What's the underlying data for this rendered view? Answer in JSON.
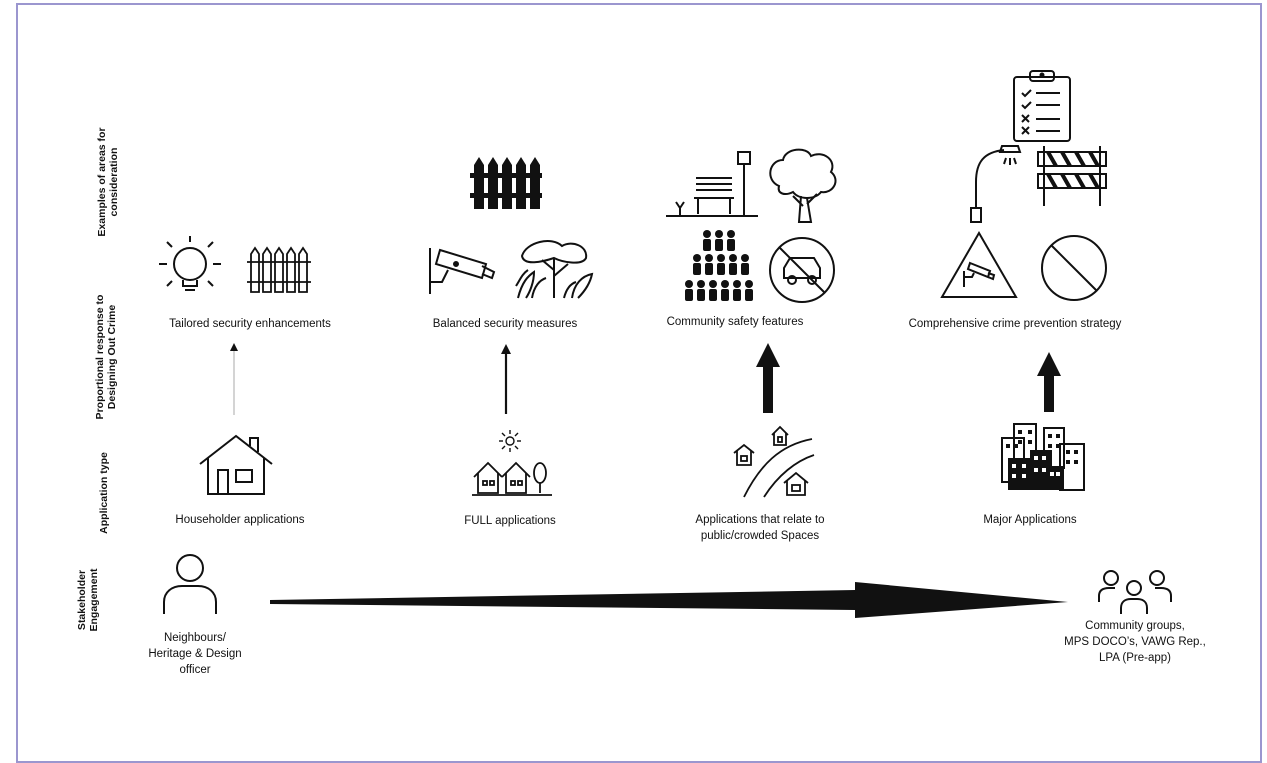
{
  "row_labels": {
    "examples": "Examples of areas for consideration",
    "proportional": "Proportional response to Designing Out Crime",
    "application": "Application  type",
    "stakeholder": "Stakeholder Engagement"
  },
  "columns": [
    {
      "response": "Tailored security enhancements",
      "application": "Householder applications"
    },
    {
      "response": "Balanced security measures",
      "application": "FULL applications"
    },
    {
      "response": "Community safety features",
      "application_line1": "Applications that relate to",
      "application_line2": "public/crowded Spaces"
    },
    {
      "response": "Comprehensive crime prevention strategy",
      "application": "Major Applications"
    }
  ],
  "stakeholders": {
    "left_line1": "Neighbours/",
    "left_line2": "Heritage & Design",
    "left_line3": "officer",
    "right_line1": "Community groups,",
    "right_line2": "MPS DOCO’s, VAWG Rep.,",
    "right_line3": "LPA (Pre-app)"
  },
  "colors": {
    "border": "#9b96cf",
    "ink": "#111111",
    "thin_arrow": "#aaaaaa"
  }
}
